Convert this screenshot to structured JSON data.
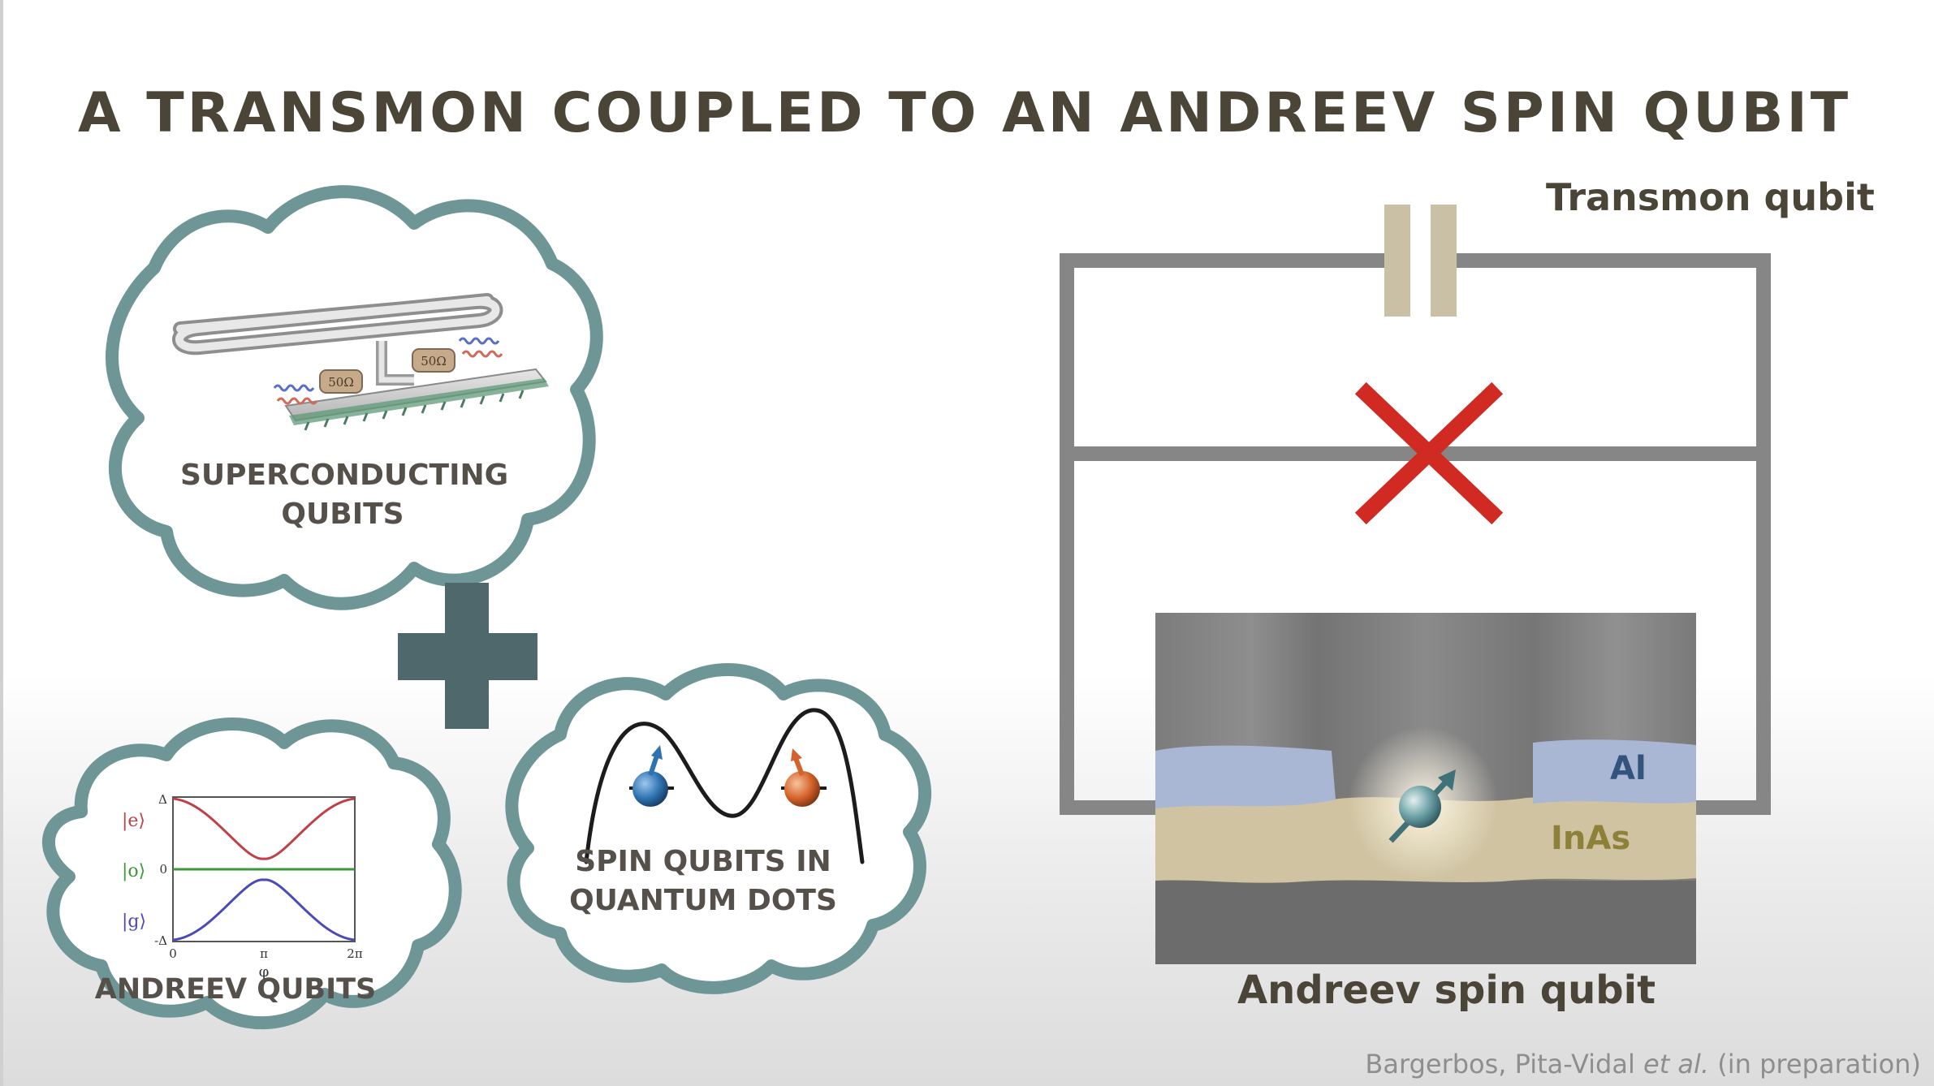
{
  "slide": {
    "title": "A TRANSMON COUPLED TO AN ANDREEV SPIN QUBIT",
    "clouds": {
      "superconducting": [
        "SUPERCONDUCTING",
        "QUBITS"
      ],
      "andreev": "ANDREEV QUBITS",
      "spin": [
        "SPIN QUBITS IN",
        "QUANTUM DOTS"
      ]
    },
    "resonator_labels": [
      "50Ω",
      "50Ω"
    ],
    "andreev_plot": {
      "state_labels": [
        "|e⟩",
        "|o⟩",
        "|g⟩"
      ],
      "y_ticks": [
        "Δ",
        "0",
        "-Δ"
      ],
      "x_ticks": [
        "0",
        "π",
        "2π"
      ],
      "x_axis_symbol": "φ"
    },
    "circuit": {
      "transmon_label": "Transmon qubit",
      "device_label": "Andreev spin qubit",
      "al_label": "Al",
      "inas_label": "InAs"
    },
    "citation": {
      "authors": "Bargerbos, Pita-Vidal ",
      "etal": "et al.",
      "note": " (in preparation)"
    },
    "colors": {
      "title_text": "#4b4537",
      "cloud_outline": "#6e9696",
      "plus_sign": "#4e686c",
      "junction_cross": "#d02a22",
      "circuit_wire": "#868686",
      "capacitor": "#c9c0a5",
      "spin_up_dot": "#2f72b0",
      "spin_down_dot": "#d4622a",
      "plot_excited": "#c0404a",
      "plot_odd": "#3a9a3a",
      "plot_ground": "#4a4ab8"
    }
  }
}
